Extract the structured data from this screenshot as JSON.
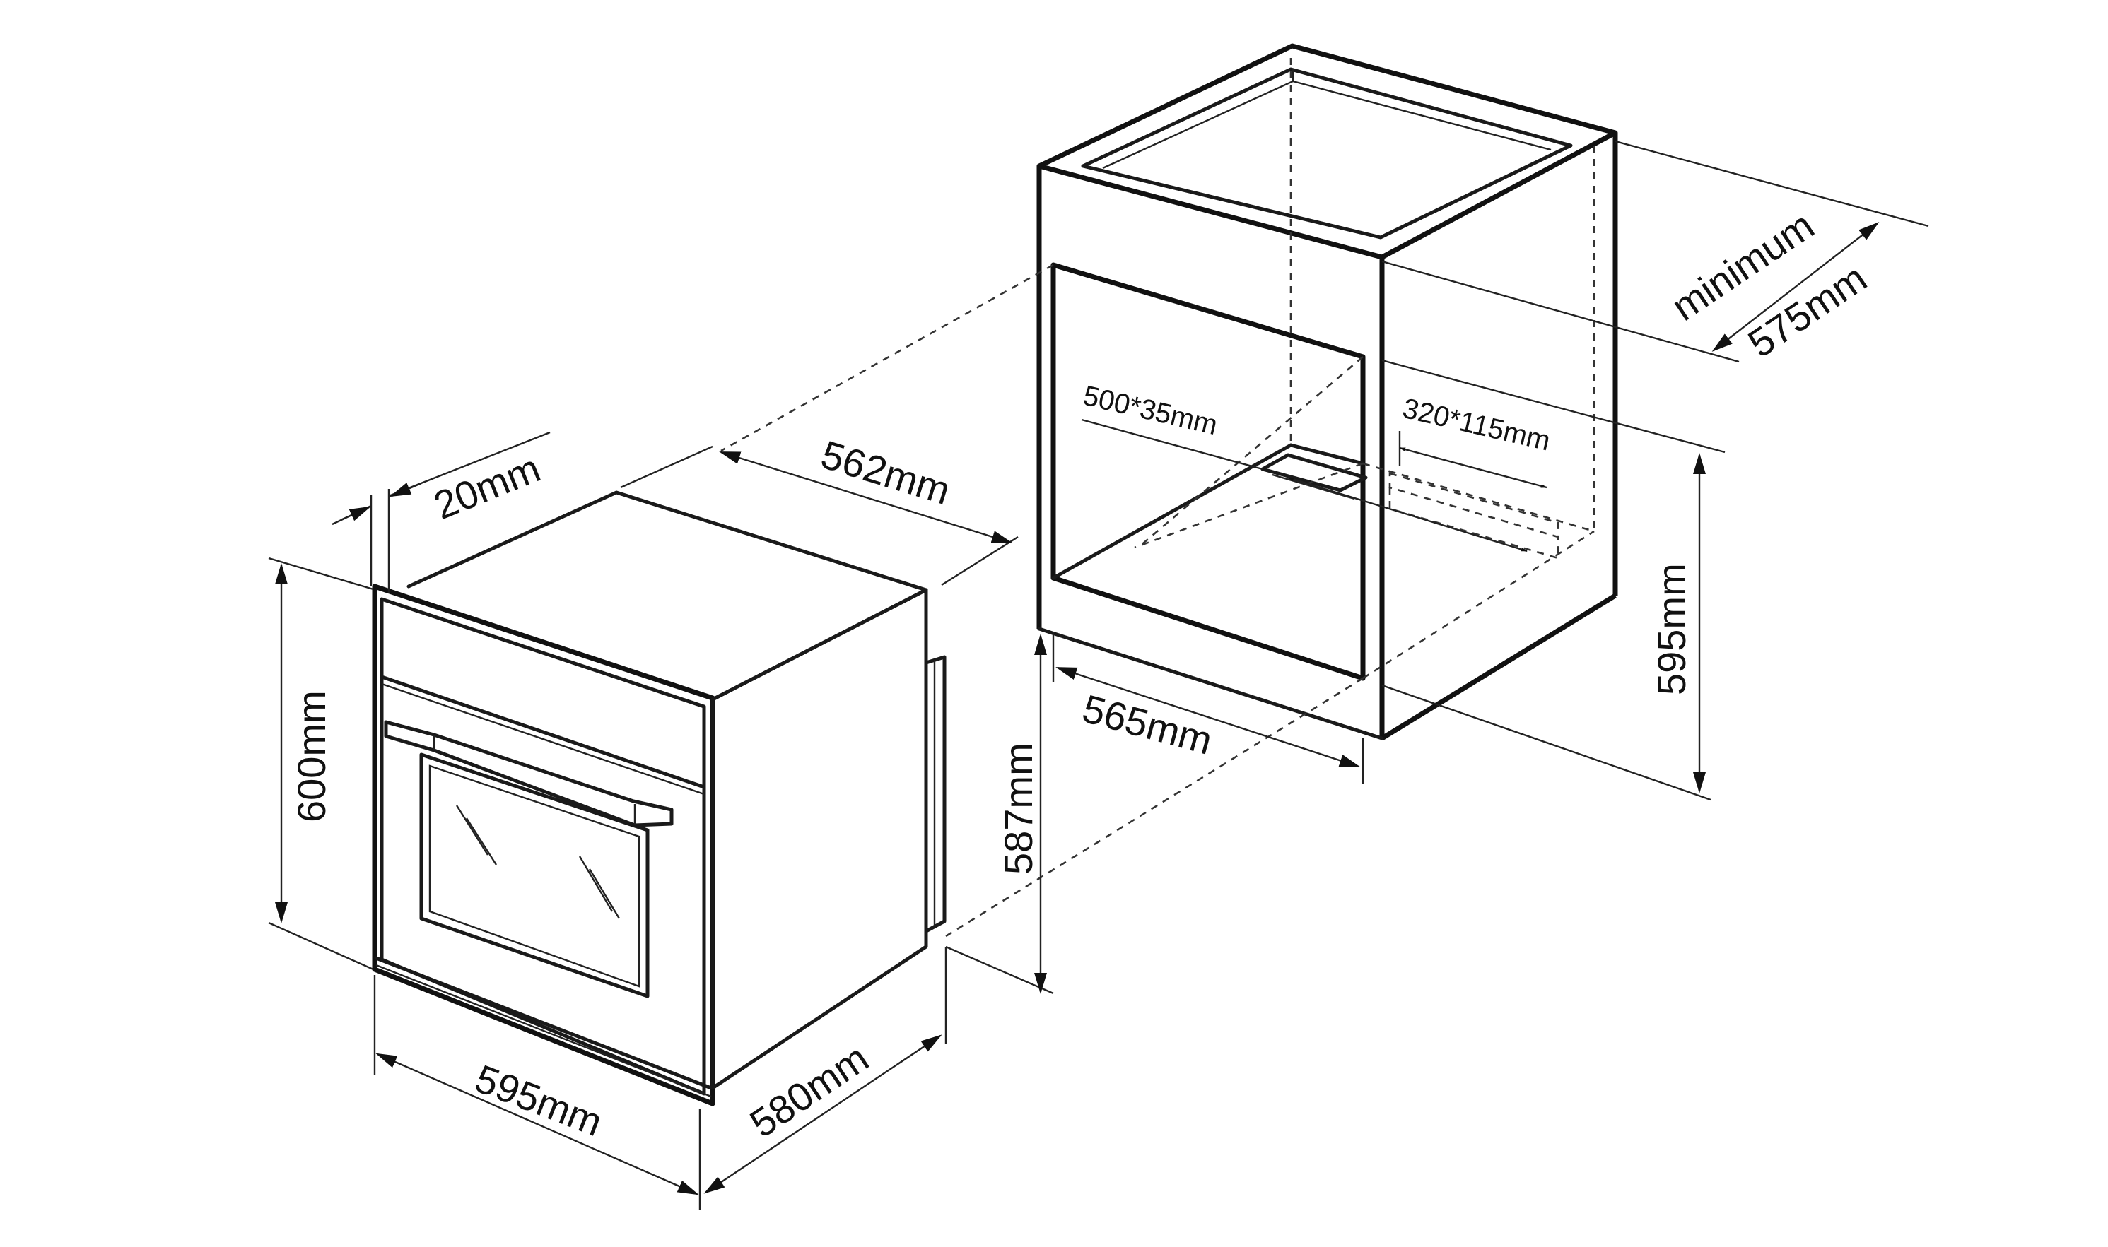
{
  "dimensions": {
    "appliance_depth_front": "20mm",
    "appliance_depth_body": "562mm",
    "appliance_height": "600mm",
    "appliance_width": "595mm",
    "appliance_depth": "580mm",
    "niche_height_inner": "587mm",
    "niche_width": "565mm",
    "niche_height": "595mm",
    "niche_depth_label": "minimum",
    "niche_depth": "575mm",
    "vent_front": "500*35mm",
    "vent_rear": "320*115mm"
  },
  "colors": {
    "line": "#1a1a1a",
    "background": "#ffffff"
  }
}
